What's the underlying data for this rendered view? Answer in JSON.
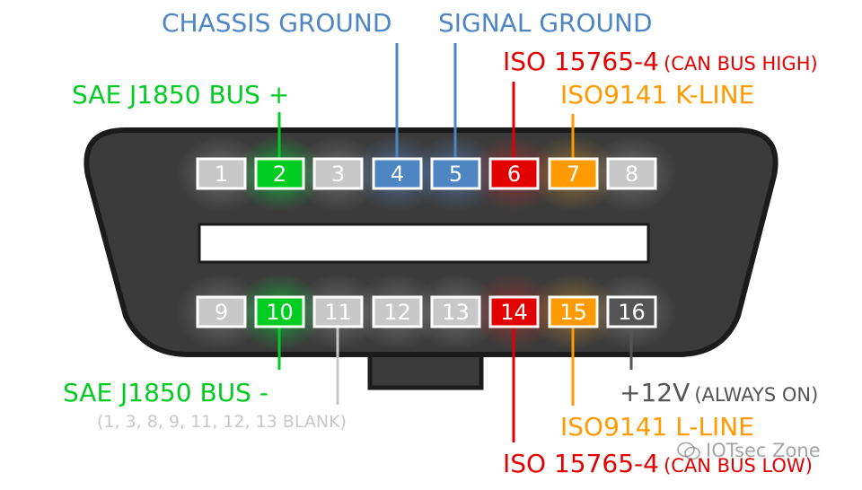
{
  "colors": {
    "gray": "#c8c8c8",
    "green": "#00cc22",
    "blue": "#4d86c3",
    "red": "#e30000",
    "orange": "#ff9a00",
    "dark": "#555555",
    "lightgray": "#c8c8c8",
    "connector": "#3b3b3b"
  },
  "labels": {
    "chassis_ground": "CHASSIS GROUND",
    "signal_ground": "SIGNAL GROUND",
    "can_high_main": "ISO 15765-4",
    "can_high_sub": "(CAN BUS HIGH)",
    "j1850_plus": "SAE J1850 BUS +",
    "kline": "ISO9141 K-LINE",
    "j1850_minus": "SAE J1850 BUS -",
    "blank_note": "(1, 3, 8, 9, 11, 12, 13 BLANK)",
    "v12_main": "+12V",
    "v12_sub": "(ALWAYS ON)",
    "lline": "ISO9141 L-LINE",
    "can_low_main": "ISO 15765-4",
    "can_low_sub": "(CAN BUS LOW)",
    "watermark": "IOTsec Zone"
  },
  "pins_top": [
    {
      "num": "1",
      "color": "gray"
    },
    {
      "num": "2",
      "color": "green"
    },
    {
      "num": "3",
      "color": "gray"
    },
    {
      "num": "4",
      "color": "blue"
    },
    {
      "num": "5",
      "color": "blue"
    },
    {
      "num": "6",
      "color": "red"
    },
    {
      "num": "7",
      "color": "orange"
    },
    {
      "num": "8",
      "color": "gray"
    }
  ],
  "pins_bottom": [
    {
      "num": "9",
      "color": "gray"
    },
    {
      "num": "10",
      "color": "green"
    },
    {
      "num": "11",
      "color": "gray"
    },
    {
      "num": "12",
      "color": "gray"
    },
    {
      "num": "13",
      "color": "gray"
    },
    {
      "num": "14",
      "color": "red"
    },
    {
      "num": "15",
      "color": "orange"
    },
    {
      "num": "16",
      "color": "dark"
    }
  ]
}
